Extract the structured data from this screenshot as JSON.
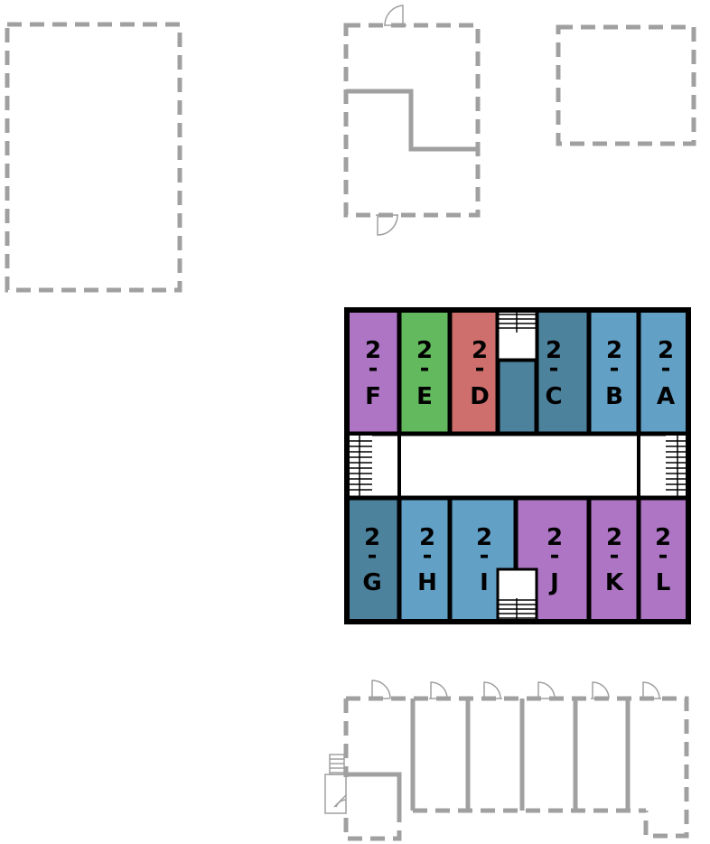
{
  "floor": "2",
  "colors": {
    "purple": "#ad75c4",
    "green": "#63ba5e",
    "red": "#cf6f6d",
    "teal": "#4d829d",
    "blue": "#62a0c6",
    "dash": "#a0a0a0"
  },
  "units_top": [
    {
      "id": "2-F",
      "floor_label": "2",
      "letter": "F",
      "color": "purple"
    },
    {
      "id": "2-E",
      "floor_label": "2",
      "letter": "E",
      "color": "green"
    },
    {
      "id": "2-D",
      "floor_label": "2",
      "letter": "D",
      "color": "red"
    },
    {
      "id": "2-C",
      "floor_label": "2",
      "letter": "C",
      "color": "teal"
    },
    {
      "id": "2-B",
      "floor_label": "2",
      "letter": "B",
      "color": "blue"
    },
    {
      "id": "2-A",
      "floor_label": "2",
      "letter": "A",
      "color": "blue"
    }
  ],
  "units_bottom": [
    {
      "id": "2-G",
      "floor_label": "2",
      "letter": "G",
      "color": "teal"
    },
    {
      "id": "2-H",
      "floor_label": "2",
      "letter": "H",
      "color": "blue"
    },
    {
      "id": "2-I",
      "floor_label": "2",
      "letter": "I",
      "color": "blue"
    },
    {
      "id": "2-J",
      "floor_label": "2",
      "letter": "J",
      "color": "purple"
    },
    {
      "id": "2-K",
      "floor_label": "2",
      "letter": "K",
      "color": "purple"
    },
    {
      "id": "2-L",
      "floor_label": "2",
      "letter": "L",
      "color": "purple"
    }
  ]
}
